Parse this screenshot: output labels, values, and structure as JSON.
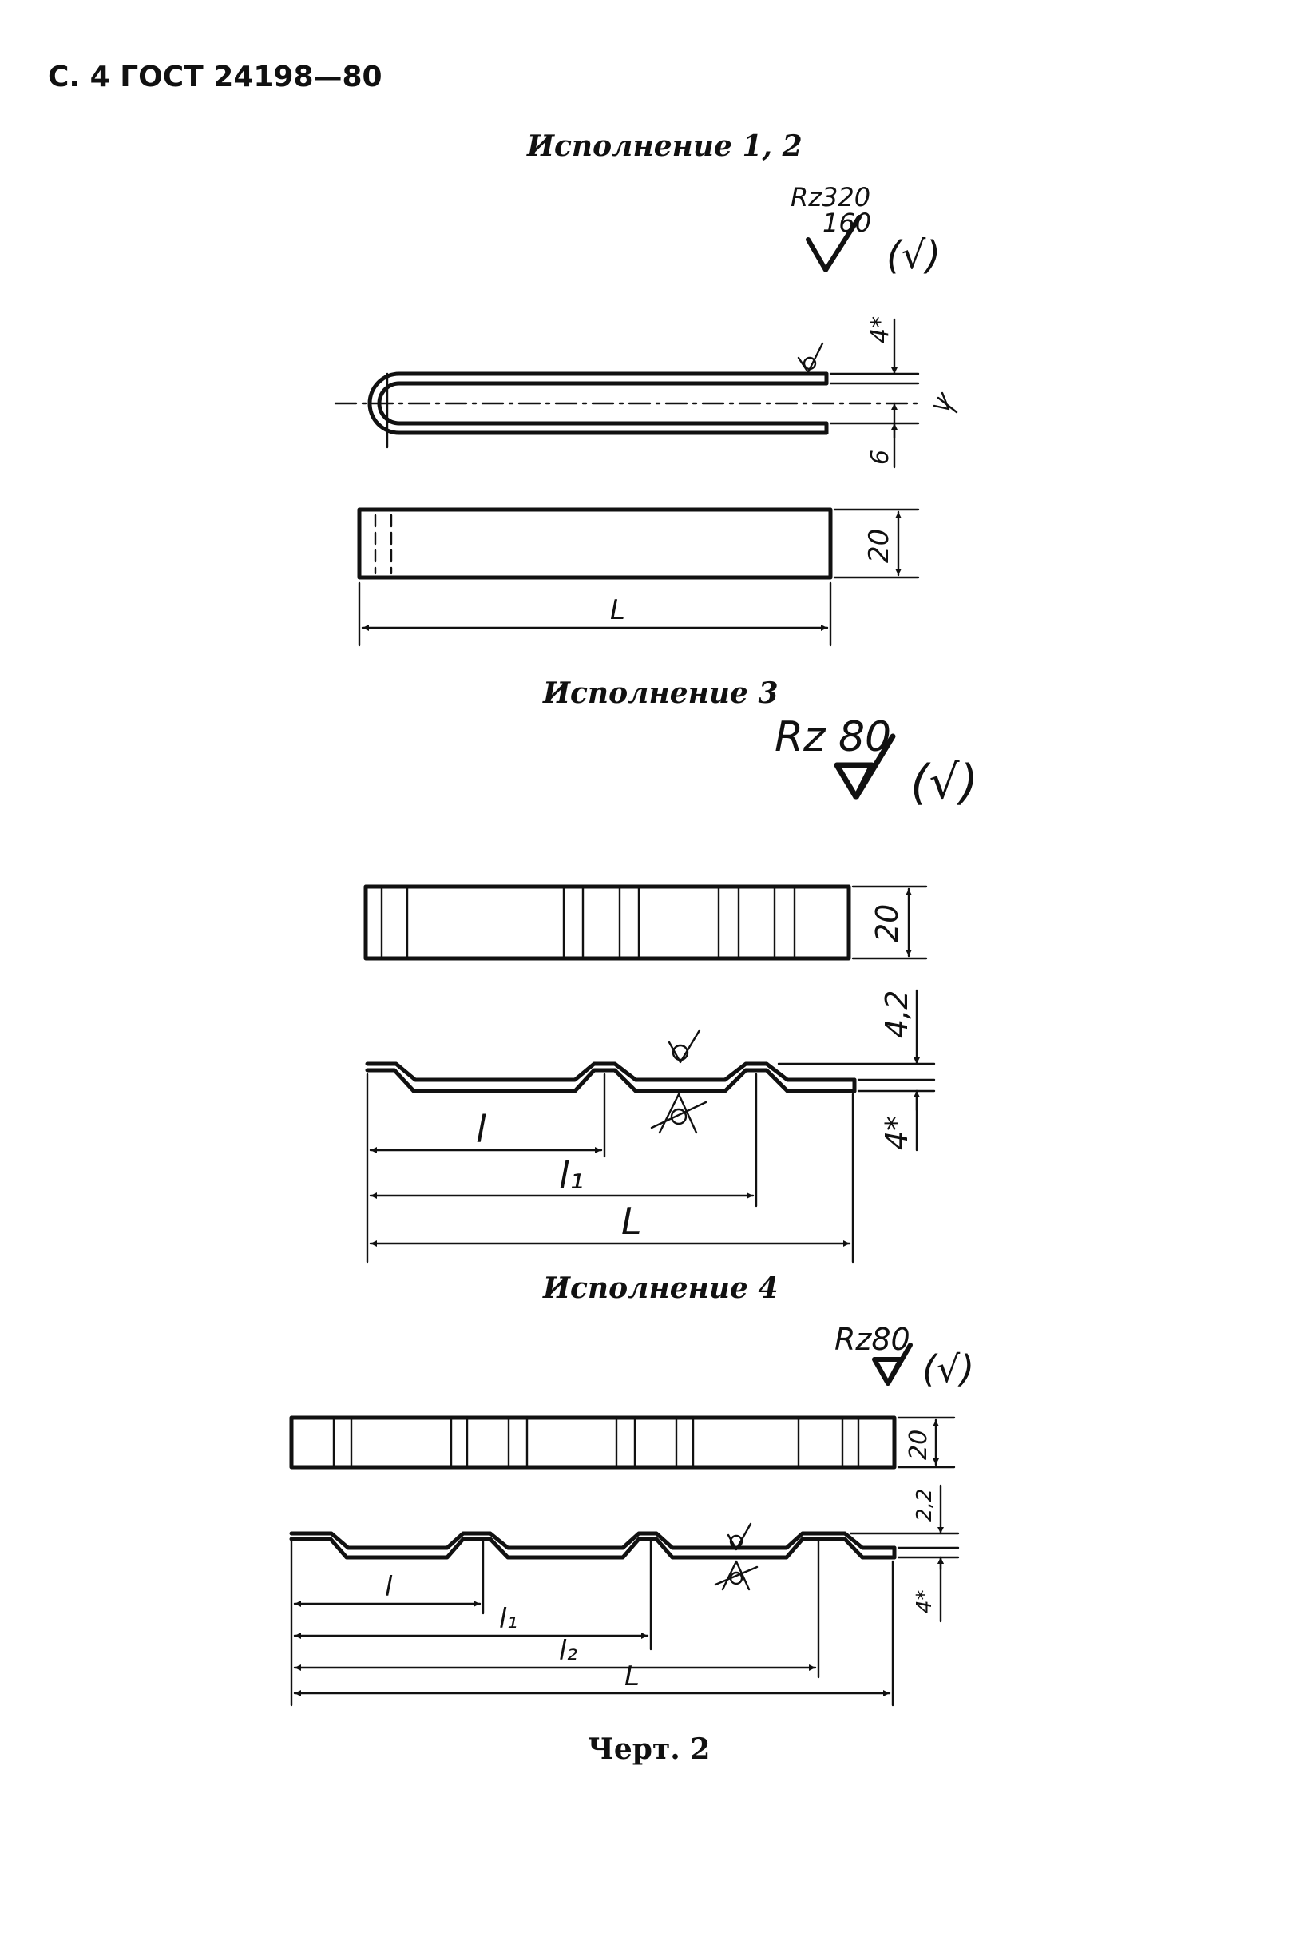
{
  "header": {
    "page_ref": "С. 4 ГОСТ 24198—80"
  },
  "variant_12": {
    "caption": "Исполнение 1, 2",
    "roughness_top": "Rz320",
    "roughness_bottom": "160",
    "roughness_paren": "(√)",
    "dim_top": "4*",
    "dim_bottom": "6",
    "dim_width": "20",
    "dim_length": "L"
  },
  "variant_3": {
    "caption": "Исполнение 3",
    "roughness": "Rz 80",
    "roughness_paren": "(√)",
    "dim_width": "20",
    "dim_height": "4,2",
    "dim_thickness": "4*",
    "dim_l": "l",
    "dim_l1": "l₁",
    "dim_L": "L"
  },
  "variant_4": {
    "caption": "Исполнение 4",
    "roughness": "Rz80",
    "roughness_paren": "(√)",
    "dim_width": "20",
    "dim_height": "2,2",
    "dim_thickness": "4*",
    "dim_l": "l",
    "dim_l1": "l₁",
    "dim_l2": "l₂",
    "dim_L": "L"
  },
  "figure_caption": "Черт. 2"
}
